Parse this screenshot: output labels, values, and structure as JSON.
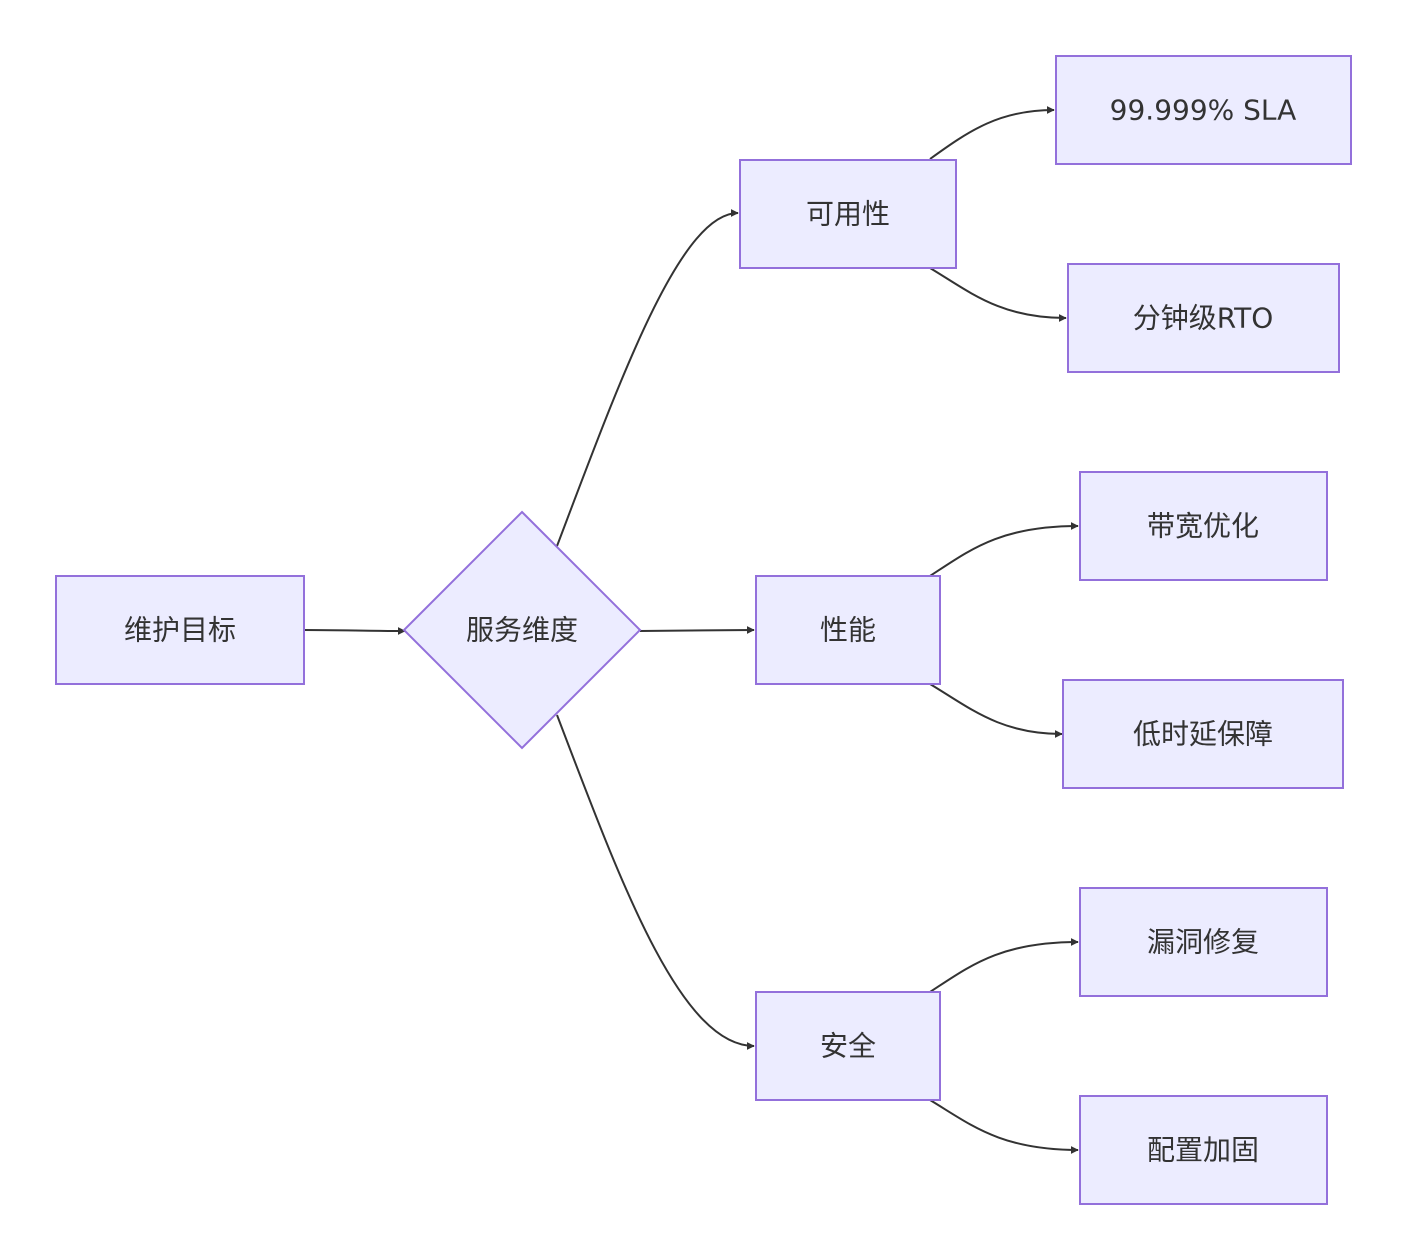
{
  "diagram": {
    "type": "flowchart",
    "direction": "left-to-right",
    "colors": {
      "node_fill": "#ECECFF",
      "node_stroke": "#9370DB",
      "edge": "#333333",
      "text": "#333333"
    },
    "nodes": [
      {
        "id": "goal",
        "label": "维护目标",
        "shape": "rect"
      },
      {
        "id": "dim",
        "label": "服务维度",
        "shape": "diamond"
      },
      {
        "id": "avail",
        "label": "可用性",
        "shape": "rect"
      },
      {
        "id": "perf",
        "label": "性能",
        "shape": "rect"
      },
      {
        "id": "sec",
        "label": "安全",
        "shape": "rect"
      },
      {
        "id": "sla",
        "label": "99.999% SLA",
        "shape": "rect"
      },
      {
        "id": "rto",
        "label": "分钟级RTO",
        "shape": "rect"
      },
      {
        "id": "bw",
        "label": "带宽优化",
        "shape": "rect"
      },
      {
        "id": "lat",
        "label": "低时延保障",
        "shape": "rect"
      },
      {
        "id": "vuln",
        "label": "漏洞修复",
        "shape": "rect"
      },
      {
        "id": "cfg",
        "label": "配置加固",
        "shape": "rect"
      }
    ],
    "edges": [
      {
        "from": "goal",
        "to": "dim"
      },
      {
        "from": "dim",
        "to": "avail"
      },
      {
        "from": "dim",
        "to": "perf"
      },
      {
        "from": "dim",
        "to": "sec"
      },
      {
        "from": "avail",
        "to": "sla"
      },
      {
        "from": "avail",
        "to": "rto"
      },
      {
        "from": "perf",
        "to": "bw"
      },
      {
        "from": "perf",
        "to": "lat"
      },
      {
        "from": "sec",
        "to": "vuln"
      },
      {
        "from": "sec",
        "to": "cfg"
      }
    ]
  }
}
